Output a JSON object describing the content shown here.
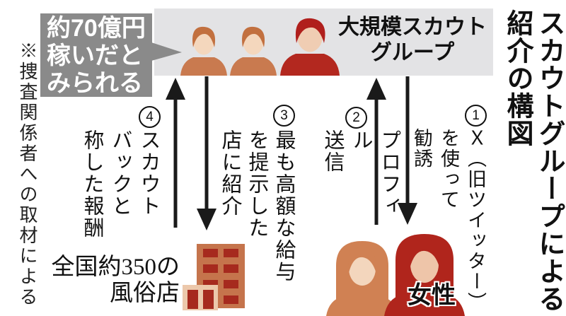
{
  "title": {
    "col1": "スカウトグループによる",
    "col2": "紹介の構図"
  },
  "source_note": "※捜査関係者への取材による",
  "scout_group": {
    "label_line1": "大規模スカウト",
    "label_line2": "グループ"
  },
  "speech_bubble": {
    "line1": "約70億円",
    "line2": "稼いだと",
    "line3": "みられる"
  },
  "steps": [
    {
      "num": "1",
      "cols": [
        "Ｘ（旧ツイッター）",
        "を使って",
        "勧誘"
      ],
      "direction": "down"
    },
    {
      "num": "2",
      "cols": [
        "プロフィル",
        "送信"
      ],
      "direction": "up"
    },
    {
      "num": "3",
      "cols": [
        "最も高額な給与",
        "を提示した",
        "店に紹介"
      ],
      "direction": "down"
    },
    {
      "num": "4",
      "cols": [
        "スカウト",
        "バックと",
        "称した報酬"
      ],
      "direction": "up"
    }
  ],
  "women_label": "女性",
  "shops_label": {
    "line1": "全国約350の",
    "line2": "風俗店"
  },
  "colors": {
    "band_bg": "#e3e3e5",
    "bubble_bg": "#8a8a8a",
    "arrow": "#1a1a1a",
    "scout_hair": "#c2703f",
    "scout_skin": "#f4d7bd",
    "scout_shirt": "#c97a4f",
    "boss_hair": "#b01f1c",
    "boss_skin": "#f0cdb3",
    "boss_shirt": "#b3281f",
    "woman1_color": "#d08153",
    "woman1_skin": "#f3d6bd",
    "woman2_color": "#b0251c",
    "woman2_skin": "#eec5a9",
    "woman2_shirt": "#d6d4d2",
    "building_body": "#c5744c",
    "building_window": "#a62a1e",
    "building_annex": "#ecc8ab"
  }
}
